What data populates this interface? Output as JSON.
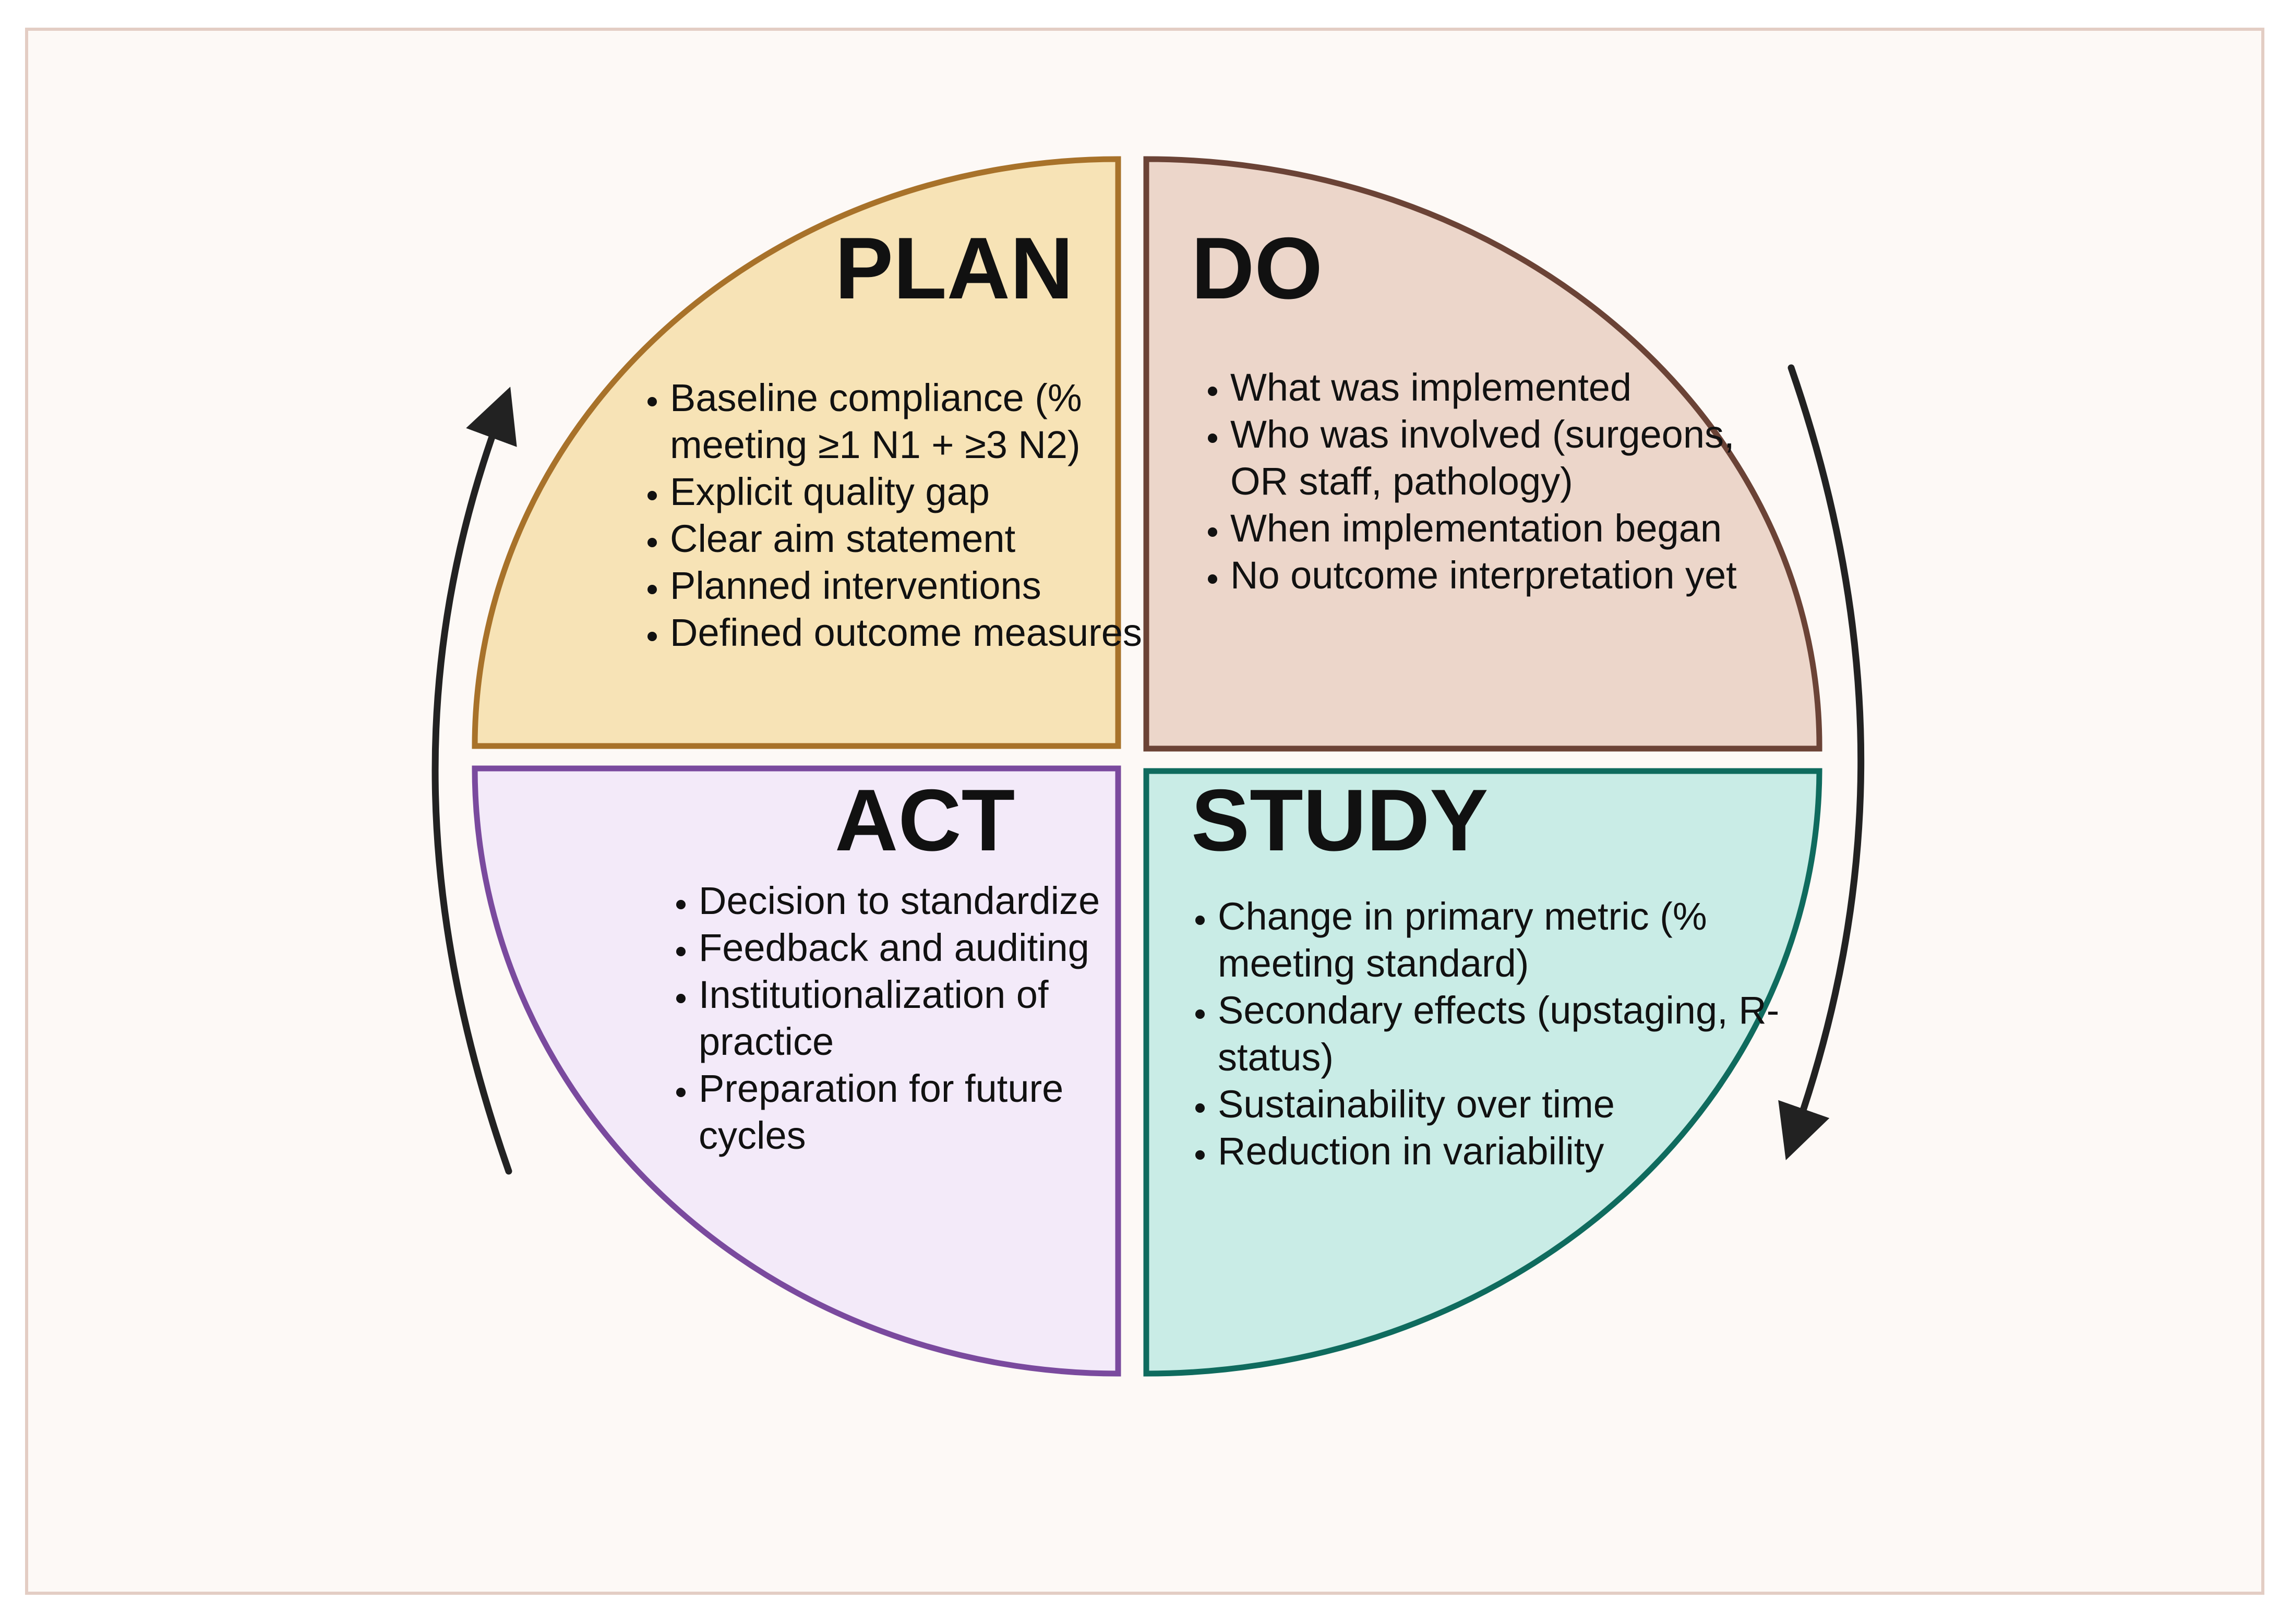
{
  "quadrants": {
    "plan": {
      "title": "PLAN",
      "items": [
        "Baseline compliance (% meeting ≥1 N1 + ≥3 N2)",
        "Explicit quality gap",
        "Clear aim statement",
        "Planned interventions",
        "Defined outcome measures"
      ],
      "fill": "#f7e3b6",
      "stroke": "#a8722a"
    },
    "do": {
      "title": "DO",
      "items": [
        "What was implemented",
        "Who was involved (surgeons, OR staff, pathology)",
        "When implementation began",
        "No outcome interpretation yet"
      ],
      "fill": "#ecd6ca",
      "stroke": "#6b4336"
    },
    "act": {
      "title": "ACT",
      "items": [
        "Decision to standardize",
        "Feedback and auditing",
        "Institutionalization of practice",
        "Preparation for future cycles"
      ],
      "fill": "#f3eaf9",
      "stroke": "#7a4a9e"
    },
    "study": {
      "title": "STUDY",
      "items": [
        "Change in primary metric (% meeting standard)",
        "Secondary effects (upstaging, R-status)",
        "Sustainability over time",
        "Reduction in variability"
      ],
      "fill": "#c9ece6",
      "stroke": "#0f6b5e"
    }
  },
  "colors": {
    "background": "#fdf9f6",
    "frame_border": "#e3cdc4",
    "arrow": "#222222",
    "text": "#111111"
  },
  "icons": [
    "clockwise-arrow-right-icon",
    "clockwise-arrow-left-icon"
  ]
}
